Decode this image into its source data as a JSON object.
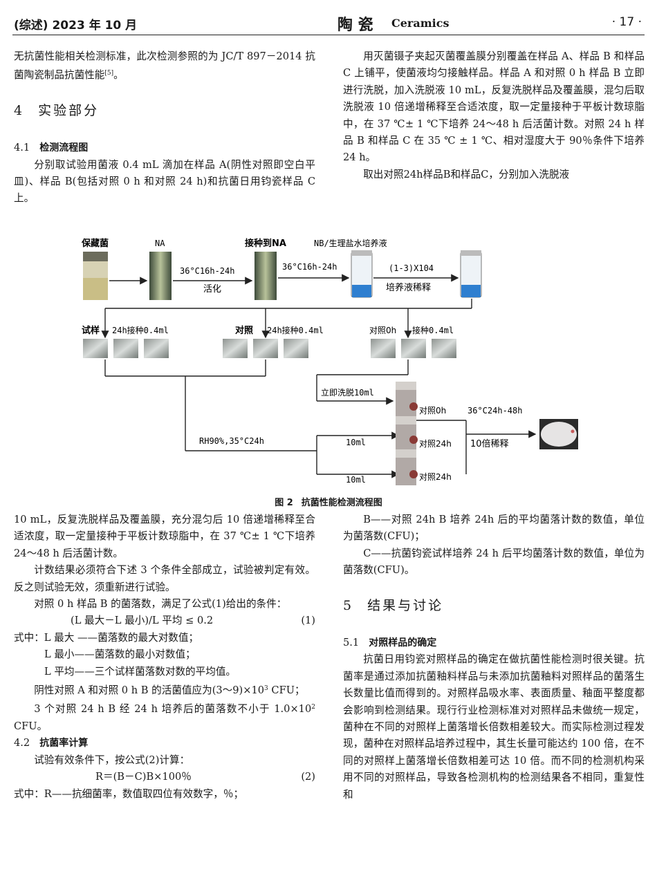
{
  "header": {
    "issue": "(综述) 2023 年 10 月",
    "journal_cn": "陶 瓷",
    "journal_en": "Ceramics",
    "page": "· 17 ·"
  },
  "left_top": {
    "p1": "无抗菌性能相关检测标准，此次检测参照的为 JC/T 897－2014 抗菌陶瓷制品抗菌性能",
    "p1_ref": "[5]",
    "p1_end": "。",
    "sec4_num": "4",
    "sec4_title": "实验部分",
    "s41_num": "4.1",
    "s41_title": "检测流程图",
    "p2": "分别取试验用菌液 0.4 mL 滴加在样品 A(阴性对照即空白平皿)、样品 B(包括对照 0 h 和对照 24 h)和抗菌日用钧瓷样品 C 上。"
  },
  "right_top": {
    "p1": "用灭菌镊子夹起灭菌覆盖膜分别覆盖在样品 A、样品 B 和样品 C 上铺平，使菌液均匀接触样品。样品 A 和对照 0 h 样品 B 立即进行洗脱，加入洗脱液 10 mL，反复洗脱样品及覆盖膜，混匀后取洗脱液 10 倍递增稀释至合适浓度，取一定量接种于平板计数琼脂中，在 37 ℃± 1 ℃下培养 24～48 h 后活菌计数。对照 24 h 样品 B 和样品 C 在 35 ℃ ± 1 ℃、相对湿度大于 90％条件下培养 24 h。",
    "p2": "取出对照24h样品B和样品C，分别加入洗脱液"
  },
  "figure": {
    "labels": {
      "stock": "保藏菌",
      "na": "NA",
      "inoculate_na": "接种到NA",
      "nb_medium": "NB/生理盐水培养液",
      "cond1": "36°C16h-24h",
      "activate": "活化",
      "cond2": "36°C16h-24h",
      "dilution": "(1-3)X104",
      "dilute_medium": "培养液稀释",
      "sample": "试样",
      "inoc_24h_1": "24h接种0.4ml",
      "control": "对照",
      "inoc_24h_2": "24h接种0.4ml",
      "control0h": "对照0h",
      "inoc_0h": "接种0.4ml",
      "wash_now": "立即洗脱10ml",
      "c0h": "对照0h",
      "incubate": "36°C24h-48h",
      "rh": "RH90%,35°C24h",
      "ml10_a": "10ml",
      "c24h_a": "对照24h",
      "dilute10": "10倍稀释",
      "ml10_b": "10ml",
      "c24h_b": "对照24h"
    },
    "caption_num": "图 2",
    "caption_title": "抗菌性能检测流程图"
  },
  "left_bottom": {
    "p1": "10 mL，反复洗脱样品及覆盖膜，充分混匀后 10 倍递增稀释至合适浓度，取一定量接种于平板计数琼脂中，在 37 ℃± 1 ℃下培养 24～48 h 后活菌计数。",
    "p2": "计数结果必须符合下述 3 个条件全部成立，试验被判定有效。反之则试验无效，须重新进行试验。",
    "p3": "对照 0 h 样品 B 的菌落数，满足了公式(1)给出的条件：",
    "eq1": "(L 最大－L 最小)/L 平均 ≤ 0.2",
    "eq1_num": "(1)",
    "def1": "式中：L 最大 ——菌落数的最大对数值；",
    "def2": "L 最小——菌落数的最小对数值；",
    "def3": "L 平均——三个试样菌落数对数的平均值。",
    "p4a": "阴性对照 A 和对照 0 h B 的活菌值应为(3～9)×10",
    "p4_sup": "3",
    "p4b": " CFU；",
    "p5a": "3 个对照 24 h B 经 24 h 培养后的菌落数不小于 1.0×10",
    "p5_sup": "2",
    "p5b": " CFU。",
    "s42_num": "4.2",
    "s42_title": "抗菌率计算",
    "p6": "试验有效条件下，按公式(2)计算：",
    "eq2": "R＝(B－C)B×100％",
    "eq2_num": "(2)",
    "def4": "式中：R——抗细菌率，数值取四位有效数字，％；"
  },
  "right_bottom": {
    "p1": "B——对照 24h B 培养 24h 后的平均菌落计数的数值，单位为菌落数(CFU)；",
    "p2": "C——抗菌钧瓷试样培养 24 h 后平均菌落计数的数值，单位为菌落数(CFU)。",
    "sec5_num": "5",
    "sec5_title": "结果与讨论",
    "s51_num": "5.1",
    "s51_title": "对照样品的确定",
    "p3": "抗菌日用钧瓷对照样品的确定在做抗菌性能检测时很关键。抗菌率是通过添加抗菌釉料样品与未添加抗菌釉料对照样品的菌落生长数量比值而得到的。对照样品吸水率、表面质量、釉面平整度都会影响到检测结果。现行行业检测标准对对照样品未做统一规定，菌种在不同的对照样上菌落增长倍数相差较大。而实际检测过程发现，菌种在对照样品培养过程中，其生长量可能达约 100 倍，在不同的对照样上菌落增长倍数相差可达 10 倍。而不同的检测机构采用不同的对照样品，导致各检测机构的检测结果各不相同，重复性和"
  }
}
